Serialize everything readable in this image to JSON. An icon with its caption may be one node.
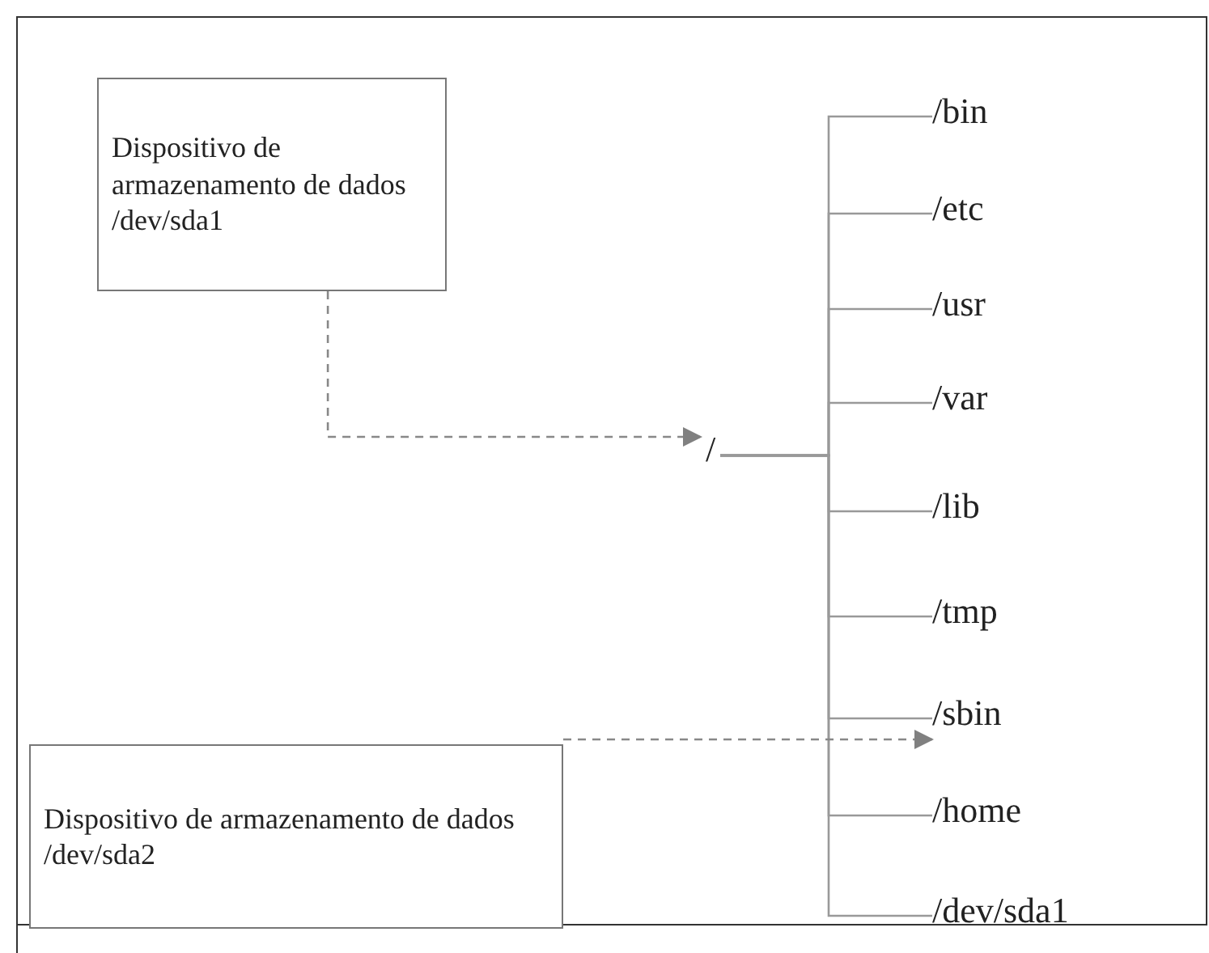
{
  "diagram": {
    "nodes": [
      {
        "text": [
          "Dispositivo de armazenamento de dados /dev/sda1"
        ]
      },
      {
        "text": [
          "/"
        ]
      },
      {
        "text": [
          "/bin"
        ]
      },
      {
        "text": [
          "/etc"
        ]
      },
      {
        "text": [
          "/usr"
        ]
      },
      {
        "text": [
          "/var"
        ]
      },
      {
        "text": [
          "/lib"
        ]
      },
      {
        "text": [
          "/tmp"
        ]
      },
      {
        "text": [
          "/sbin"
        ]
      },
      {
        "text": [
          "/home"
        ]
      },
      {
        "text": [
          "/dev/sda1"
        ]
      },
      {
        "text": [
          "Dispositivo de armazenamento de dados /dev/sda2"
        ]
      }
    ],
    "edges": [
      {
        "from": 0,
        "to": 1,
        "arrow": "to",
        "style": "dashed"
      },
      {
        "from": 1,
        "to": 2,
        "arrow": "none"
      },
      {
        "from": 1,
        "to": 3,
        "arrow": "none"
      },
      {
        "from": 1,
        "to": 4,
        "arrow": "none"
      },
      {
        "from": 1,
        "to": 5,
        "arrow": "none"
      },
      {
        "from": 1,
        "to": 6,
        "arrow": "none"
      },
      {
        "from": 1,
        "to": 7,
        "arrow": "none"
      },
      {
        "from": 1,
        "to": 8,
        "arrow": "none"
      },
      {
        "from": 1,
        "to": 9,
        "arrow": "none"
      },
      {
        "from": 1,
        "to": 10,
        "arrow": "none"
      },
      {
        "from": 11,
        "to": 9,
        "arrow": "to",
        "style": "dashed"
      }
    ]
  }
}
